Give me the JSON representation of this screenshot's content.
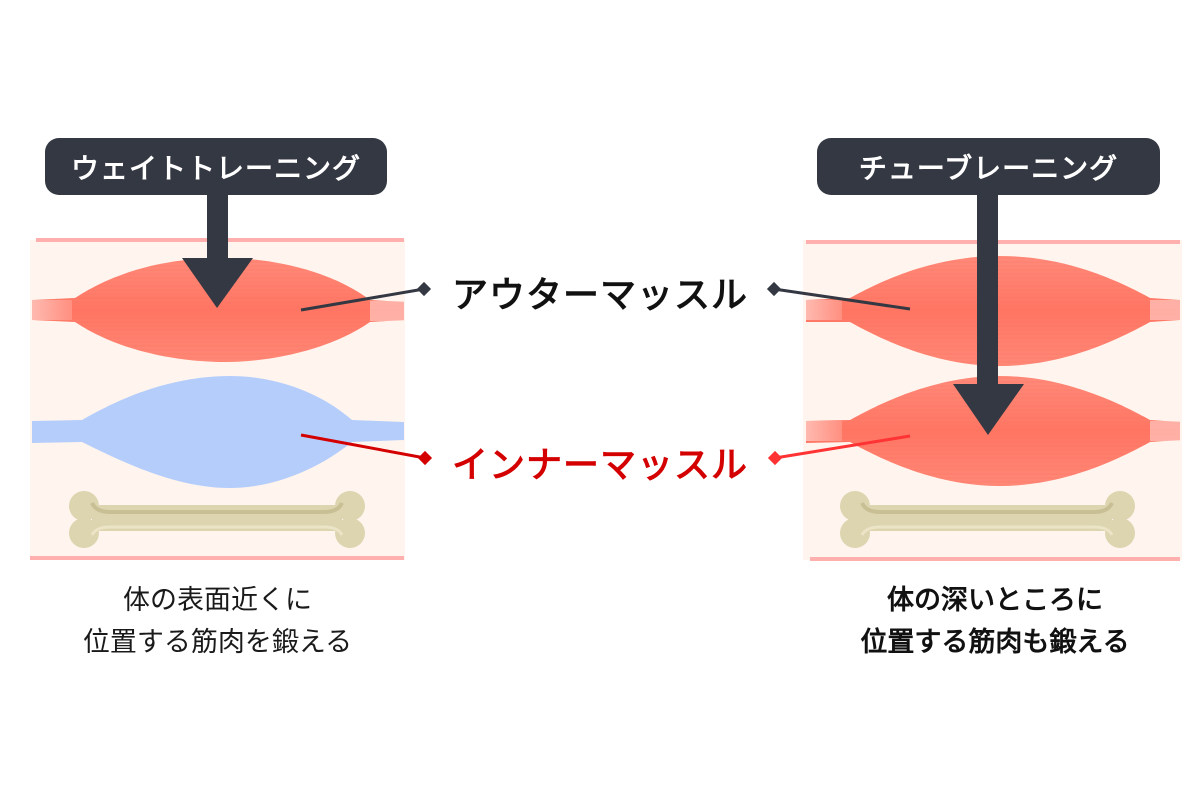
{
  "left": {
    "title": "ウェイトトレーニング",
    "caption_line1": "体の表面近くに",
    "caption_line2": "位置する筋肉を鍛える",
    "outer_muscle_color": "#ff7a68",
    "inner_muscle_color": "#b5cdfb"
  },
  "right": {
    "title": "チューブレーニング",
    "caption_line1": "体の深いところに",
    "caption_line2": "位置する筋肉も鍛える",
    "outer_muscle_color": "#ff7a68",
    "inner_muscle_color": "#ff7a68"
  },
  "center": {
    "outer_label": "アウターマッスル",
    "inner_label": "インナーマッスル",
    "outer_color": "#111111",
    "inner_color": "#d40000"
  },
  "colors": {
    "label_bg": "#343842",
    "skin_bg": "#fff5ee",
    "skin_line": "#ffb0ae",
    "bone": "#ddd5b0",
    "leader_outer": "#343842",
    "leader_inner_left": "#d40000",
    "leader_inner_right": "#ff3333"
  }
}
